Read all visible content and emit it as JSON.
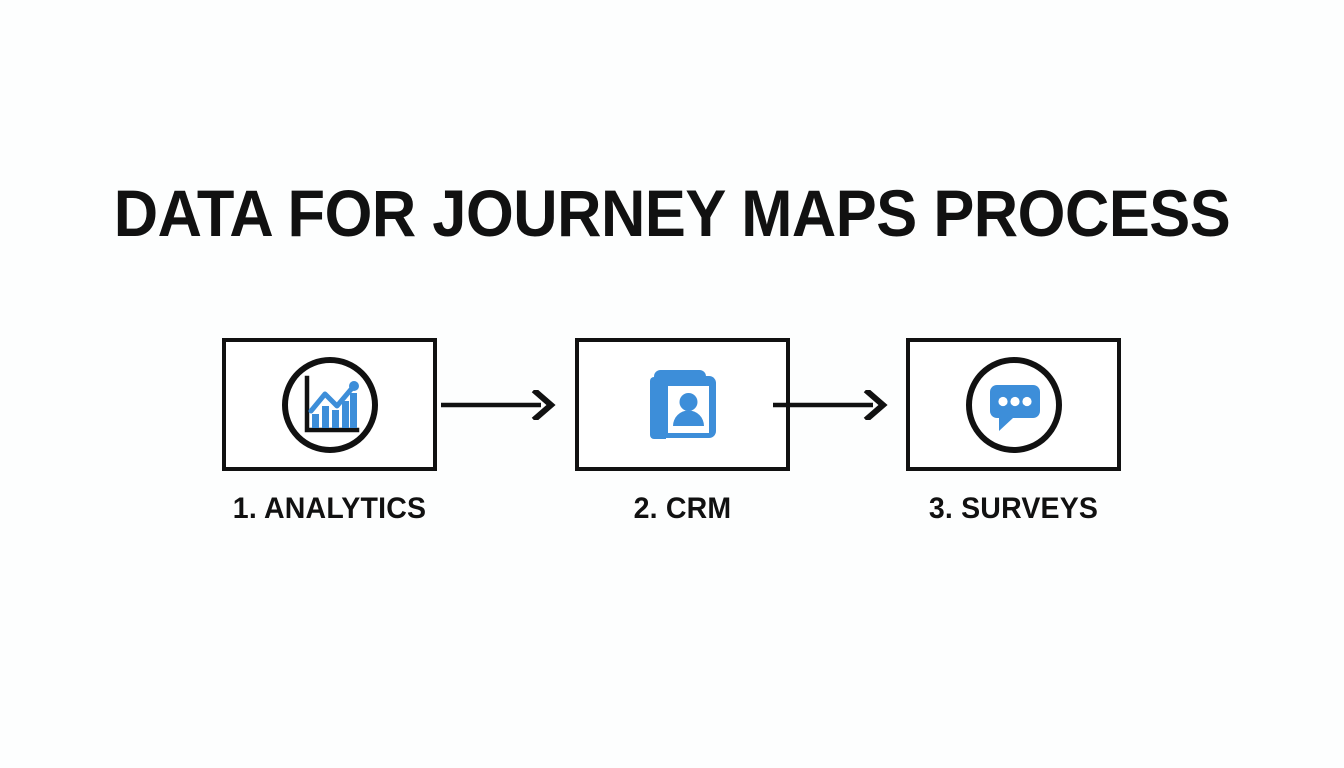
{
  "slide": {
    "title": "DATA FOR JOURNEY MAPS PROCESS",
    "background_color": "#fdfefe",
    "text_color": "#111111",
    "accent_color": "#3d8ed9"
  },
  "steps": [
    {
      "number": "1.",
      "name": "ANALYTICS",
      "label": "1. ANALYTICS",
      "icon": "analytics-chart-icon",
      "icon_description": "circle outline containing a blue bar chart with rising trend line"
    },
    {
      "number": "2.",
      "name": "CRM",
      "label": "2. CRM",
      "icon": "contact-book-icon",
      "icon_description": "blue address book with person silhouette on the cover"
    },
    {
      "number": "3.",
      "name": "SURVEYS",
      "label": "3. SURVEYS",
      "icon": "speech-bubble-icon",
      "icon_description": "circle outline containing a blue speech bubble with three dots"
    }
  ],
  "connectors": [
    {
      "name": "arrow-analytics-to-crm",
      "icon": "arrow-right-icon"
    },
    {
      "name": "arrow-crm-to-surveys",
      "icon": "arrow-right-icon"
    }
  ]
}
